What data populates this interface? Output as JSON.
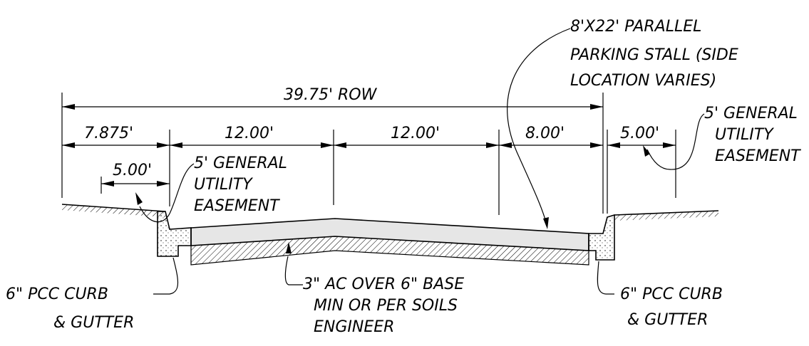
{
  "dimensions": {
    "row_total": "39.75' ROW",
    "seg_1": "7.875'",
    "seg_2": "12.00'",
    "seg_3": "12.00'",
    "seg_4": "8.00'",
    "seg_5": "5.00'",
    "left_easement_dim": "5.00'"
  },
  "labels": {
    "left_easement": [
      "5' GENERAL",
      "UTILITY",
      "EASEMENT"
    ],
    "right_easement": [
      "5' GENERAL",
      "UTILITY",
      "EASEMENT"
    ],
    "parking_stall": [
      "8'X22' PARALLEL",
      "PARKING STALL (SIDE",
      "LOCATION VARIES)"
    ],
    "pavement": [
      "3\" AC OVER 6\" BASE",
      "MIN OR PER SOILS",
      "ENGINEER"
    ],
    "left_curb": [
      "6\" PCC CURB",
      "& GUTTER"
    ],
    "right_curb": [
      "6\" PCC CURB",
      "& GUTTER"
    ]
  }
}
